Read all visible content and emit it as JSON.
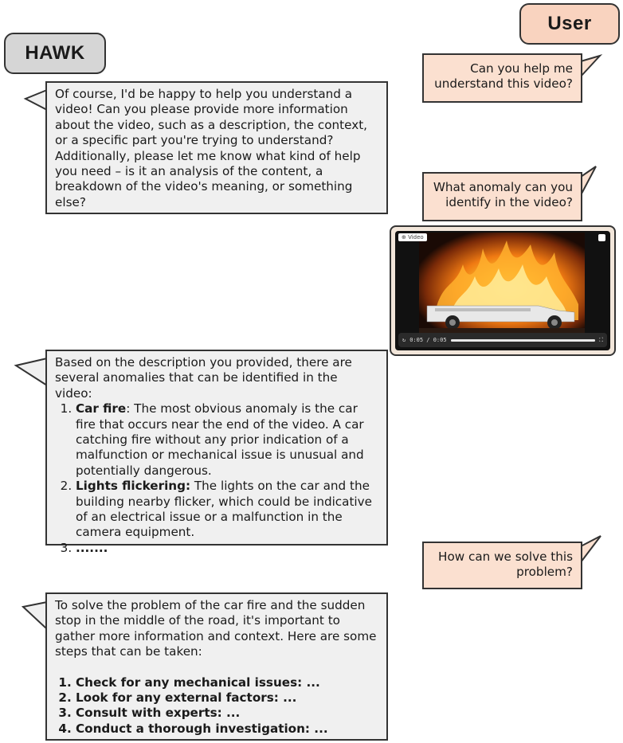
{
  "labels": {
    "hawk": "HAWK",
    "user": "User"
  },
  "user_messages": [
    "Can you help me understand this video?",
    "What anomaly can you identify in the video?",
    "How can we solve this problem?"
  ],
  "hawk_messages": {
    "reply1": "Of course, I'd be happy to help you understand a video! Can you please provide more information about the video, such as a description, the context, or a specific part you're trying to understand? Additionally, please let me know what kind of help you need – is it an analysis of the content, a breakdown of the video's meaning, or something else?",
    "reply2": {
      "intro": "Based on the description you provided, there are several anomalies that can be identified in the video:",
      "items": [
        {
          "title": "Car fire",
          "sep": ":",
          "text": " The most obvious anomaly is the car fire that occurs near the end of the video. A car catching fire without any prior indication of a malfunction or mechanical issue is unusual and potentially dangerous."
        },
        {
          "title": "Lights flickering:",
          "sep": "",
          "text": " The lights on the car and the building nearby flicker, which could be indicative of an electrical issue or a malfunction in the camera equipment."
        },
        {
          "title": ".......",
          "sep": "",
          "text": ""
        }
      ]
    },
    "reply3": {
      "intro": "To solve the problem of the car fire and the sudden stop in the middle of the road, it's important to gather more information and context. Here are some steps that can be taken:",
      "items": [
        "Check for any mechanical issues: ...",
        "Look for any external factors: ...",
        "Consult with experts:  ...",
        "Conduct a thorough investigation: ..."
      ]
    }
  },
  "video": {
    "tag": "Video",
    "time": "0:05 / 0:05",
    "progress": 1.0
  },
  "colors": {
    "hawk_bubble": "#f0f0f0",
    "user_bubble": "#fbe0d0",
    "hawk_label": "#d6d6d6",
    "user_label": "#f9d3bf"
  }
}
